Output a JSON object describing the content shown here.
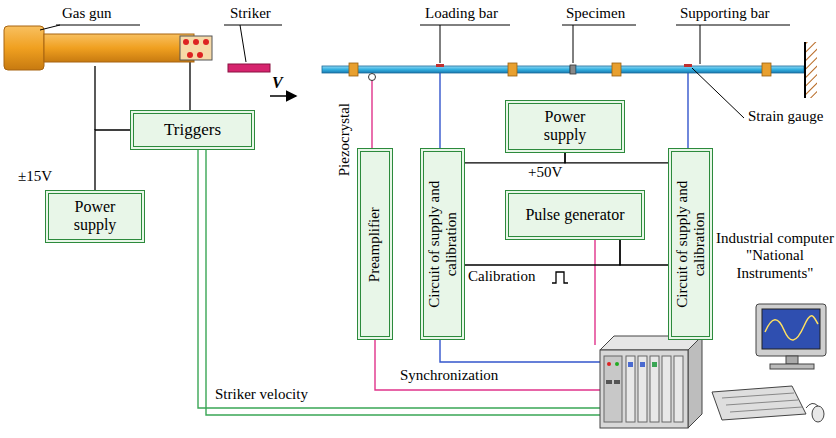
{
  "diagram": {
    "nodes": [
      {
        "text": [
          "Triggers"
        ]
      },
      {
        "text": [
          "Power supply"
        ]
      },
      {
        "text": [
          "Preamplifier"
        ]
      },
      {
        "text": [
          "Circuit of supply and calibration"
        ]
      },
      {
        "text": [
          "Power supply"
        ]
      },
      {
        "text": [
          "Pulse generator"
        ]
      },
      {
        "text": [
          "Circuit of supply and calibration"
        ]
      }
    ],
    "edges": [
      {
        "from": 1,
        "to": 0,
        "arrow": "none"
      },
      {
        "from": 4,
        "to": 3,
        "arrow": "none"
      },
      {
        "from": 4,
        "to": 6,
        "arrow": "none"
      },
      {
        "from": 5,
        "to": 3,
        "arrow": "none"
      },
      {
        "from": 5,
        "to": 6,
        "arrow": "none"
      }
    ],
    "labels": [
      "Gas gun",
      "Striker",
      "V",
      "Loading bar",
      "Specimen",
      "Supporting bar",
      "Piezocrystal",
      "Strain gauge",
      "±15V",
      "+50V",
      "Calibration",
      "Industrial computer \"National Instruments\"",
      "Striker velocity",
      "Synchronization"
    ]
  }
}
